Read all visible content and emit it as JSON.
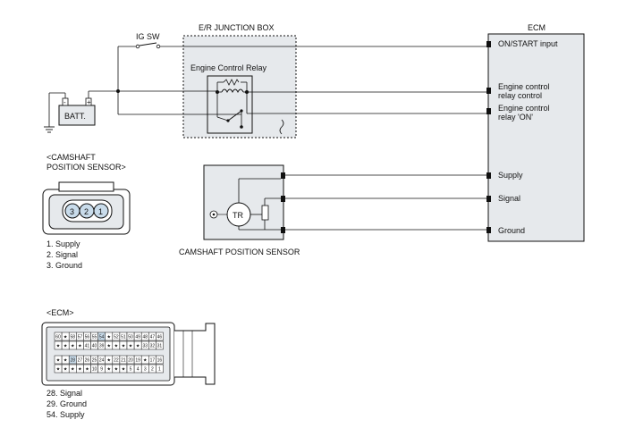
{
  "diagram": {
    "ig_sw": "IG SW",
    "junction_box": "E/R JUNCTION BOX",
    "ecm": "ECM",
    "relay": "Engine Control Relay",
    "battery": "BATT.",
    "ecm_pins": {
      "on_start": "ON/START input",
      "relay_control_1": "Engine control",
      "relay_control_2": "relay control",
      "relay_on_1": "Engine control",
      "relay_on_2": "relay 'ON'",
      "supply": "Supply",
      "signal": "Signal",
      "ground": "Ground"
    },
    "sensor_block_label": "CAMSHAFT POSITION SENSOR",
    "sensor_tr": "TR"
  },
  "connector": {
    "title_1": "<CAMSHAFT",
    "title_2": "POSITION SENSOR>",
    "pins": [
      "3",
      "2",
      "1"
    ],
    "legend": [
      "1. Supply",
      "2. Signal",
      "3. Ground"
    ]
  },
  "ecm_connector": {
    "title": "<ECM>",
    "row1": [
      "60",
      "★",
      "58",
      "57",
      "56",
      "55",
      "54",
      "★",
      "52",
      "51",
      "50",
      "49",
      "48",
      "47",
      "46"
    ],
    "row2": [
      "★",
      "★",
      "★",
      "★",
      "41",
      "40",
      "39",
      "★",
      "★",
      "★",
      "★",
      "★",
      "33",
      "32",
      "31"
    ],
    "row3": [
      "★",
      "★",
      "28",
      "27",
      "26",
      "25",
      "24",
      "★",
      "22",
      "21",
      "20",
      "19",
      "★",
      "17",
      "16"
    ],
    "row4": [
      "★",
      "★",
      "★",
      "★",
      "★",
      "10",
      "9",
      "★",
      "★",
      "★",
      "5",
      "4",
      "3",
      "2",
      "1"
    ],
    "legend": [
      "28. Signal",
      "29. Ground",
      "54. Supply"
    ]
  },
  "colors": {
    "box_fill": "#e6e9ec",
    "pin_highlight": "#c9dceb",
    "line": "#111111"
  }
}
